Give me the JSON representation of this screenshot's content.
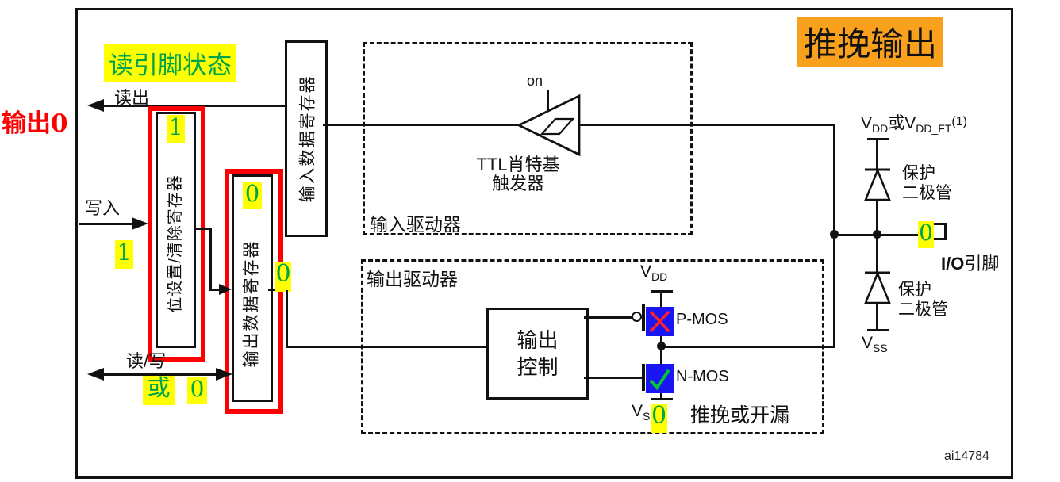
{
  "ann": {
    "output_zero": "输出0",
    "read_pin_state": "读引脚状态",
    "push_pull": "推挽输出"
  },
  "sig": {
    "read_out": "读出",
    "write": "写入",
    "read_write": "读/写",
    "or": "或"
  },
  "val": {
    "bsrr": "1",
    "write": "1",
    "odr": "0",
    "odr_wire": "0",
    "rw": "0",
    "pin": "0",
    "vss": "0"
  },
  "reg": {
    "input": "输入数据寄存器",
    "bsrr": "位设置/清除寄存器",
    "odr": "输出数据寄存器"
  },
  "blk": {
    "input_driver": "输入驱动器",
    "output_driver": "输出驱动器",
    "out_ctrl_1": "输出",
    "out_ctrl_2": "控制",
    "ttl_1": "TTL肖特基",
    "ttl_2": "触发器",
    "on": "on",
    "pp_od": "推挽或开漏"
  },
  "tr": {
    "pmos": "P-MOS",
    "nmos": "N-MOS"
  },
  "pw": {
    "vdd": {
      "base": "V",
      "sub": "DD"
    },
    "vs": {
      "base": "V",
      "sub": "S"
    },
    "rail_vdd": {
      "b1": "V",
      "s1": "DD",
      "mid": "或",
      "b2": "V",
      "s2": "DD_FT",
      "note": "(1)"
    },
    "rail_vss": {
      "base": "V",
      "sub": "SS"
    }
  },
  "dio": {
    "top_1": "保护",
    "top_2": "二极管",
    "bot_1": "保护",
    "bot_2": "二极管"
  },
  "io": {
    "bold": "I/O",
    "rest": "引脚"
  },
  "fig": "ai14784",
  "colors": {
    "yellow": "#ffff00",
    "green": "#00a44c",
    "red": "#fe0000",
    "blue": "#1a16f3",
    "orange": "#f9a11c",
    "check": "#00c832",
    "cross": "#ff2222",
    "line": "#111111"
  }
}
